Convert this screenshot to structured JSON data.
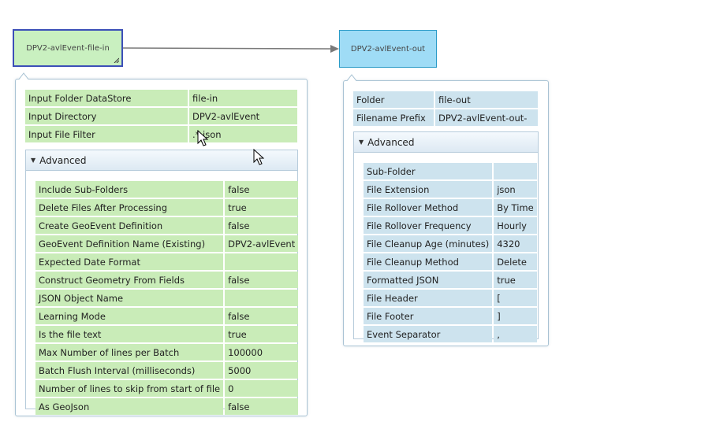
{
  "nodes": {
    "input": {
      "label": "DPV2-avlEvent-file-in"
    },
    "output": {
      "label": "DPV2-avlEvent-out"
    }
  },
  "input_panel": {
    "properties": [
      {
        "name": "Input Folder DataStore",
        "value": "file-in"
      },
      {
        "name": "Input Directory",
        "value": "DPV2-avlEvent"
      },
      {
        "name": "Input File Filter",
        "value": ".*.json"
      }
    ],
    "advanced": {
      "label": "Advanced",
      "properties": [
        {
          "name": "Include Sub-Folders",
          "value": "false"
        },
        {
          "name": "Delete Files After Processing",
          "value": "true"
        },
        {
          "name": "Create GeoEvent Definition",
          "value": "false"
        },
        {
          "name": "GeoEvent Definition Name (Existing)",
          "value": "DPV2-avlEvent"
        },
        {
          "name": "Expected Date Format",
          "value": ""
        },
        {
          "name": "Construct Geometry From Fields",
          "value": "false"
        },
        {
          "name": "JSON Object Name",
          "value": ""
        },
        {
          "name": "Learning Mode",
          "value": "false"
        },
        {
          "name": "Is the file text",
          "value": "true"
        },
        {
          "name": "Max Number of lines per Batch",
          "value": "100000"
        },
        {
          "name": "Batch Flush Interval (milliseconds)",
          "value": "5000"
        },
        {
          "name": "Number of lines to skip from start of file",
          "value": "0"
        },
        {
          "name": "As GeoJson",
          "value": "false"
        }
      ]
    }
  },
  "output_panel": {
    "properties": [
      {
        "name": "Folder",
        "value": "file-out"
      },
      {
        "name": "Filename Prefix",
        "value": "DPV2-avlEvent-out-"
      }
    ],
    "advanced": {
      "label": "Advanced",
      "properties": [
        {
          "name": "Sub-Folder",
          "value": ""
        },
        {
          "name": "File Extension",
          "value": "json"
        },
        {
          "name": "File Rollover Method",
          "value": "By Time"
        },
        {
          "name": "File Rollover Frequency",
          "value": "Hourly"
        },
        {
          "name": "File Cleanup Age (minutes)",
          "value": "4320"
        },
        {
          "name": "File Cleanup Method",
          "value": "Delete"
        },
        {
          "name": "Formatted JSON",
          "value": "true"
        },
        {
          "name": "File Header",
          "value": "["
        },
        {
          "name": "File Footer",
          "value": "]"
        },
        {
          "name": "Event Separator",
          "value": ","
        }
      ]
    }
  },
  "icons": {
    "caret": "caret-down-icon",
    "grip": "resize-grip-icon",
    "cursor": "mouse-pointer-icon"
  },
  "colors": {
    "input_node_fill": "#c9f0c0",
    "input_node_border": "#3c4fb8",
    "output_node_fill": "#9fdcf6",
    "output_node_border": "#2a9bc7",
    "input_cell": "#c9ecb8",
    "output_cell": "#cde3ee",
    "connector": "#7a7a7a"
  }
}
